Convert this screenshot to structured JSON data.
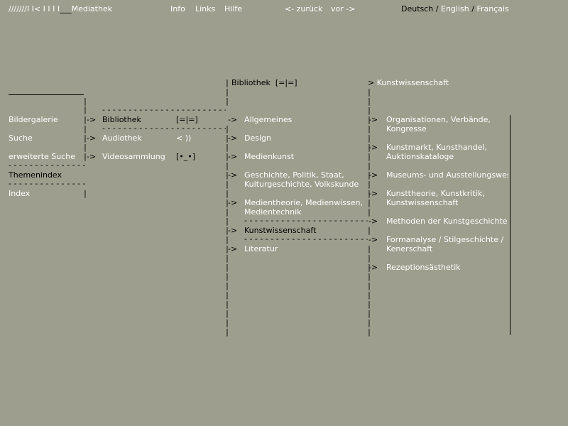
{
  "header": {
    "logo_text": "///////I I< I I I I",
    "logo_underscores": "___",
    "site_title": "Mediathek",
    "nav": [
      "Info",
      "Links",
      "Hilfe"
    ],
    "back": "<- zurück",
    "forward": "vor ->",
    "languages": [
      "Deutsch",
      "English",
      "Français"
    ],
    "lang_sep": "/"
  },
  "arrow": "->",
  "arrow_left": ">",
  "breadcrumb": {
    "level1": "Bibliothek",
    "level1_icon": "[=|=]",
    "level2": "Kunstwissenschaft"
  },
  "col1": [
    {
      "label": "Bildergalerie",
      "active": false
    },
    {
      "label": "Suche",
      "active": false
    },
    {
      "label": "erweiterte Suche",
      "active": false
    },
    {
      "label": "Themenindex",
      "active": true
    },
    {
      "label": "Index",
      "active": false
    }
  ],
  "col2": [
    {
      "label": "Bibliothek",
      "icon": "[=|=]",
      "active": true
    },
    {
      "label": "Audiothek",
      "icon": "< ))",
      "active": false
    },
    {
      "label": "Videosammlung",
      "icon": "[•_•]",
      "active": false
    }
  ],
  "col3": [
    {
      "line1": "Allgemeines",
      "line2": "",
      "active": false
    },
    {
      "line1": "Design",
      "line2": "",
      "active": false
    },
    {
      "line1": "Medienkunst",
      "line2": "",
      "active": false
    },
    {
      "line1": "Geschichte, Politik, Staat,",
      "line2": "Kulturgeschichte, Volkskunde",
      "active": false
    },
    {
      "line1": "Medientheorie, Medienwissen,",
      "line2": "Medientechnik",
      "active": false
    },
    {
      "line1": "Kunstwissenschaft",
      "line2": "",
      "active": true
    },
    {
      "line1": "Literatur",
      "line2": "",
      "active": false
    }
  ],
  "col4": [
    {
      "line1": "Organisationen, Verbände,",
      "line2": "Kongresse"
    },
    {
      "line1": "Kunstmarkt, Kunsthandel,",
      "line2": "Auktionskataloge"
    },
    {
      "line1": "Museums- und Ausstellungswesen",
      "line2": ""
    },
    {
      "line1": "Kunsttheorie, Kunstkritik,",
      "line2": "Kunstwissenschaft"
    },
    {
      "line1": "Methoden der Kunstgeschichte",
      "line2": ""
    },
    {
      "line1": "Formanalyse / Stilgeschichte /",
      "line2": "Kenerschaft"
    },
    {
      "line1": "Rezeptionsästhetik",
      "line2": ""
    }
  ],
  "colors": {
    "background": "#9e9e8e",
    "text": "#ffffff",
    "active_text": "#000000",
    "lines": "#000000"
  }
}
